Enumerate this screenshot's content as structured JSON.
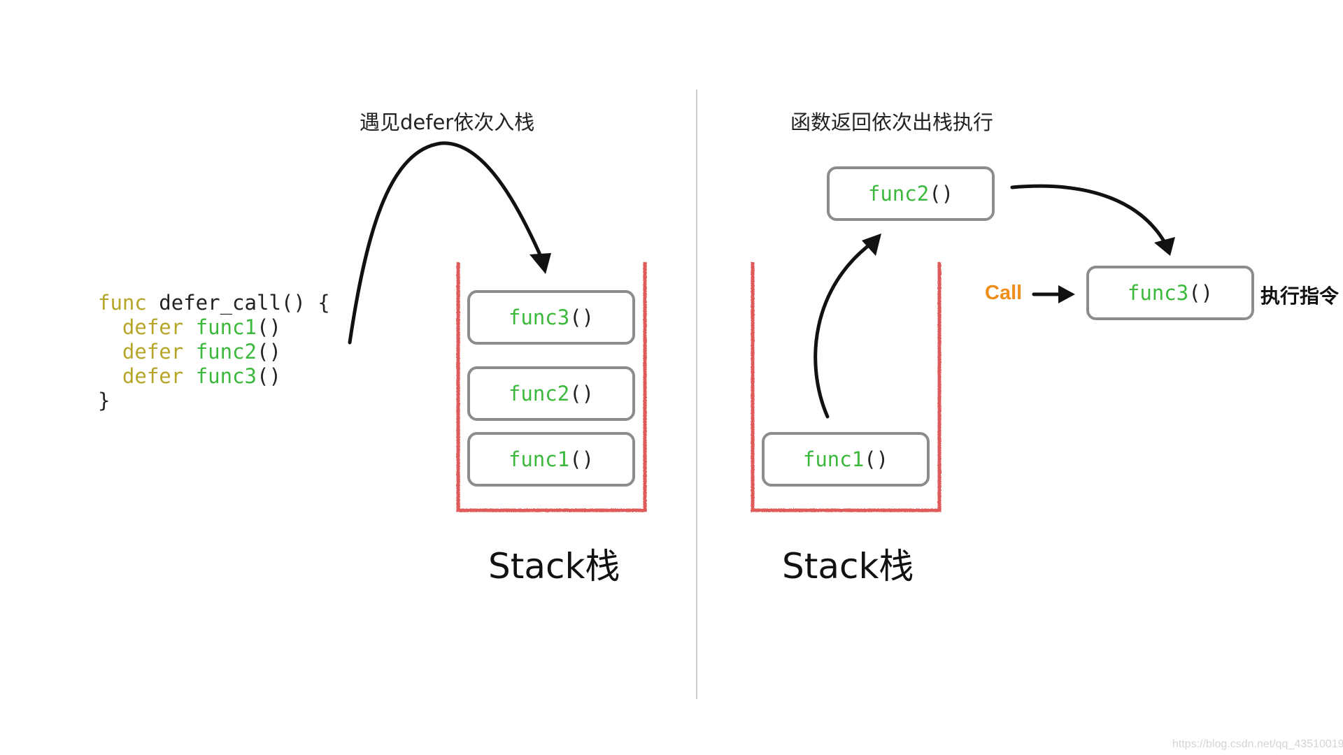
{
  "left_panel": {
    "caption": "遇见defer依次入栈",
    "code": {
      "line1_kw": "func",
      "line1_rest": " defer_call() {",
      "defer_kw": "defer",
      "calls": [
        "func1",
        "func2",
        "func3"
      ],
      "parens": "()",
      "closing": "}"
    },
    "stack_items": [
      "func3",
      "func2",
      "func1"
    ],
    "stack_label": "Stack栈"
  },
  "right_panel": {
    "caption": "函数返回依次出栈执行",
    "stack_items": [
      "func1"
    ],
    "popped_item": "func2",
    "executing_item": "func3",
    "call_label": "Call",
    "exec_label": "执行指令",
    "stack_label": "Stack栈"
  },
  "parens": "()",
  "watermark": "https://blog.csdn.net/qq_43510019",
  "colors": {
    "stack_border": "#e05a5a",
    "box_border": "#8c8c8c",
    "function_name": "#3cb93c",
    "keyword": "#b5a62a",
    "call": "#ef8d1a",
    "divider": "#cccccc"
  }
}
